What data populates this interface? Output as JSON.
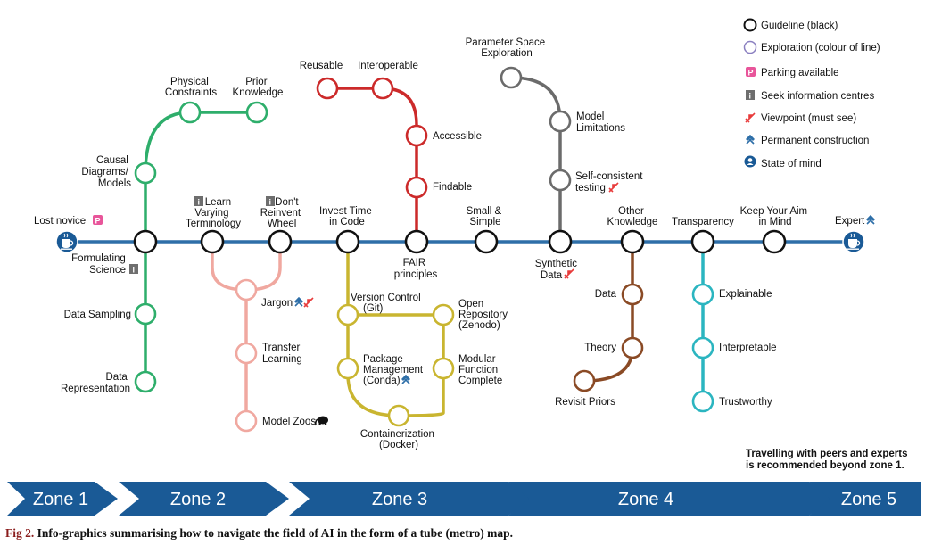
{
  "colors": {
    "main": "#2e6fa8",
    "green": "#2eae6b",
    "pink": "#f0a8a0",
    "yellow": "#c9b530",
    "red": "#cc2a2a",
    "gray": "#6b6b6b",
    "brown": "#8a4a25",
    "teal": "#2bb5c0",
    "zone": "#1a5a96",
    "parking": "#e8559a",
    "info": "#6e6e6e",
    "viewpoint": "#e83c3c"
  },
  "icons": {
    "terminal": "coffee-cup-icon",
    "parking": "parking-icon",
    "info": "info-icon",
    "viewpoint": "airplane-icon",
    "construction": "hammer-pick-icon",
    "mind": "head-icon",
    "zoos": "elephant-icon"
  },
  "legend": {
    "guideline": "Guideline (black)",
    "exploration": "Exploration (colour of line)",
    "parking": "Parking available",
    "info": "Seek information centres",
    "viewpoint": "Viewpoint (must see)",
    "construction": "Permanent construction",
    "mind": "State of mind"
  },
  "stations": {
    "lost_novice": "Lost novice",
    "formulating": [
      "Formulating",
      "Science"
    ],
    "learn": [
      "Learn",
      "Varying",
      "Terminology"
    ],
    "dont": [
      "Don't",
      "Reinvent",
      "Wheel"
    ],
    "invest": [
      "Invest Time",
      "in Code"
    ],
    "fair": [
      "FAIR",
      "principles"
    ],
    "small": [
      "Small &",
      "Simple"
    ],
    "synthetic": [
      "Synthetic",
      "Data"
    ],
    "other": [
      "Other",
      "Knowledge"
    ],
    "transparency": "Transparency",
    "keep": [
      "Keep Your Aim",
      "in Mind"
    ],
    "expert": "Expert",
    "causal": [
      "Causal",
      "Diagrams/",
      "Models"
    ],
    "physical": [
      "Physical",
      "Constraints"
    ],
    "prior": [
      "Prior",
      "Knowledge"
    ],
    "data_sampling": "Data Sampling",
    "data_repr": [
      "Data",
      "Representation"
    ],
    "jargon": "Jargon",
    "transfer": [
      "Transfer",
      "Learning"
    ],
    "model_zoos": "Model Zoos",
    "version": [
      "Version Control",
      "(Git)"
    ],
    "open_repo": [
      "Open",
      "Repository",
      "(Zenodo)"
    ],
    "package": [
      "Package",
      "Management",
      "(Conda)"
    ],
    "modular": [
      "Modular",
      "Function",
      "Complete"
    ],
    "container": [
      "Containerization",
      "(Docker)"
    ],
    "reusable": "Reusable",
    "interoperable": "Interoperable",
    "accessible": "Accessible",
    "findable": "Findable",
    "param": [
      "Parameter Space",
      "Exploration"
    ],
    "model_lim": [
      "Model",
      "Limitations"
    ],
    "self_consistent": [
      "Self-consistent",
      "testing"
    ],
    "data": "Data",
    "theory": "Theory",
    "revisit": "Revisit Priors",
    "explainable": "Explainable",
    "interpretable": "Interpretable",
    "trustworthy": "Trustworthy"
  },
  "note": [
    "Travelling with peers and experts",
    "is recommended beyond zone 1."
  ],
  "zones": [
    "Zone 1",
    "Zone 2",
    "Zone 3",
    "Zone 4",
    "Zone 5"
  ],
  "caption": {
    "label": "Fig 2.",
    "text": "Info-graphics summarising how to navigate the field of AI in the form of a tube (metro) map."
  }
}
